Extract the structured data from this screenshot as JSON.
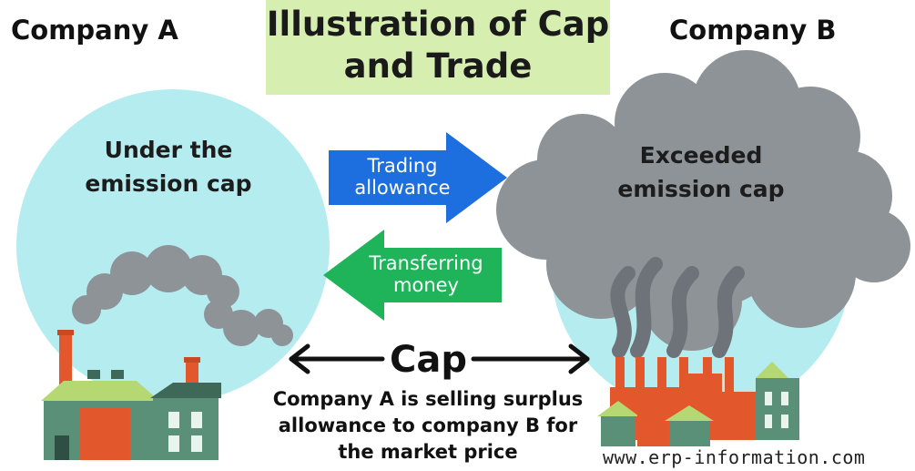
{
  "title": {
    "line1": "Illustration of Cap",
    "line2": "and Trade"
  },
  "company_a": {
    "label": "Company A",
    "status_line1": "Under the",
    "status_line2": "emission cap"
  },
  "company_b": {
    "label": "Company B",
    "status_line1": "Exceeded",
    "status_line2": "emission cap"
  },
  "arrows": {
    "trading_line1": "Trading",
    "trading_line2": "allowance",
    "trading_color": "#1d6fe0",
    "transfer_line1": "Transferring",
    "transfer_line2": "money",
    "transfer_color": "#1fb35a"
  },
  "cap": {
    "label": "Cap"
  },
  "description": {
    "line1": "Company A is selling surplus",
    "line2": "allowance to company B for",
    "line3": "the market price"
  },
  "watermark": "www.erp-information.com",
  "colors": {
    "circle": "#b5ecf0",
    "smoke": "#8d9397",
    "title_bg": "#d6eeb0",
    "factory_wall": "#e2582c",
    "factory_green": "#5a8f78",
    "roof_green": "#b6d873"
  }
}
